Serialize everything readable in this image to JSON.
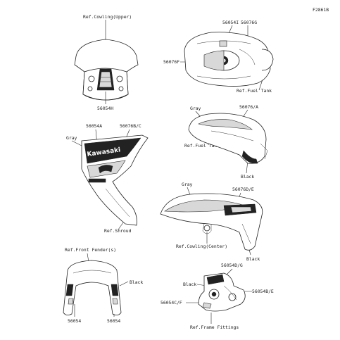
{
  "figure_code": "F2861B",
  "groups": {
    "windshield": {
      "ref_label": "Ref.Cowling(Upper)",
      "part_label": "56054H"
    },
    "fuel_tank_top": {
      "labels": [
        "56054I",
        "56076G",
        "56076F"
      ],
      "ref_label": "Ref.Fuel Tank"
    },
    "fuel_tank_side": {
      "color_label": "Gray",
      "part_label": "56076/A",
      "ref_label": "Ref.Fuel Tank",
      "black_label": "Black"
    },
    "shroud": {
      "labels": [
        "56054A",
        "56076B/C"
      ],
      "color_label": "Gray",
      "ref_label": "Ref.Shroud",
      "logo_text": "Kawasaki"
    },
    "center_cowling": {
      "color_label": "Gray",
      "part_label": "56076D/E",
      "ref_label": "Ref.Cowling(Center)",
      "black_label": "Black"
    },
    "front_fender": {
      "ref_label": "Ref.Front Fender(s)",
      "black_label": "Black",
      "labels": [
        "56054",
        "56054"
      ]
    },
    "frame_fittings": {
      "labels": [
        "56054D/G",
        "56054B/E",
        "56054C/F"
      ],
      "black_label": "Black",
      "ref_label": "Ref.Frame Fittings"
    }
  }
}
